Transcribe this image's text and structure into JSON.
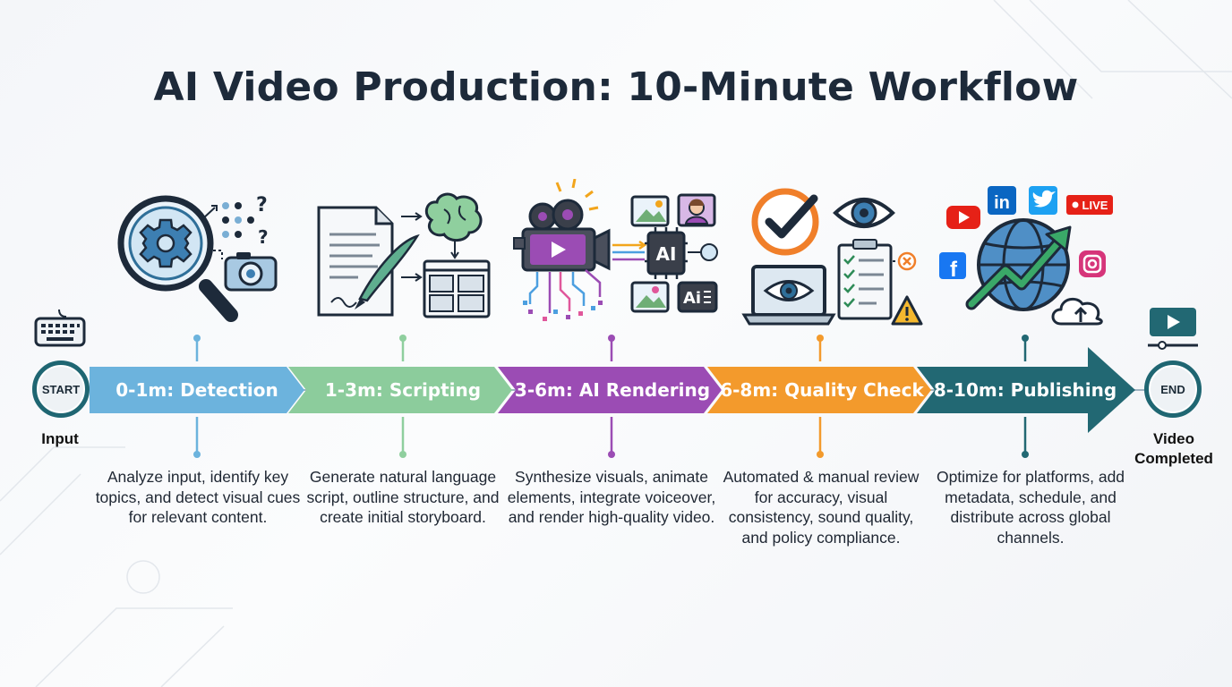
{
  "title": "AI Video Production: 10-Minute Workflow",
  "start": {
    "badge": "START",
    "caption": "Input",
    "icon": "keyboard-icon"
  },
  "end": {
    "badge": "END",
    "caption": "Video Completed",
    "icon": "video-player-icon"
  },
  "stages": [
    {
      "label": "0-1m: Detection",
      "color": "#6cb3dd",
      "connector": "#6cb3dd",
      "description": "Analyze input, identify key topics, and detect visual cues for relevant content.",
      "icons": [
        "magnifier-gear-icon",
        "dots-question-icon",
        "camera-icon"
      ]
    },
    {
      "label": "1-3m: Scripting",
      "color": "#8ccc9c",
      "connector": "#8fcf9e",
      "description": "Generate natural language script, outline structure, and create initial storyboard.",
      "icons": [
        "document-quill-icon",
        "brain-icon",
        "storyboard-icon"
      ]
    },
    {
      "label": "3-6m: AI Rendering",
      "color": "#9b4cb4",
      "connector": "#9b4cb4",
      "description": "Synthesize visuals, animate elements, integrate voiceover, and render high-quality video.",
      "icons": [
        "video-camera-icon",
        "ai-chip-icon",
        "image-icon",
        "avatar-icon"
      ],
      "chip_text": "AI",
      "badge_text": "Ai"
    },
    {
      "label": "6-8m: Quality Check",
      "color": "#f39a2c",
      "connector": "#f39a2c",
      "description": "Automated & manual review for accuracy, visual consistency, sound quality, and policy compliance.",
      "icons": [
        "checkmark-icon",
        "eye-icon",
        "laptop-eye-icon",
        "checklist-icon",
        "warning-icon"
      ]
    },
    {
      "label": "8-10m: Publishing",
      "color": "#226873",
      "connector": "#226873",
      "description": "Optimize for platforms, add metadata, schedule, and distribute across global channels.",
      "icons": [
        "youtube-icon",
        "linkedin-icon",
        "twitter-icon",
        "live-icon",
        "facebook-icon",
        "globe-growth-icon",
        "instagram-icon",
        "cloud-upload-icon"
      ],
      "linkedin_text": "in",
      "facebook_text": "f",
      "live_text": "LIVE"
    }
  ]
}
